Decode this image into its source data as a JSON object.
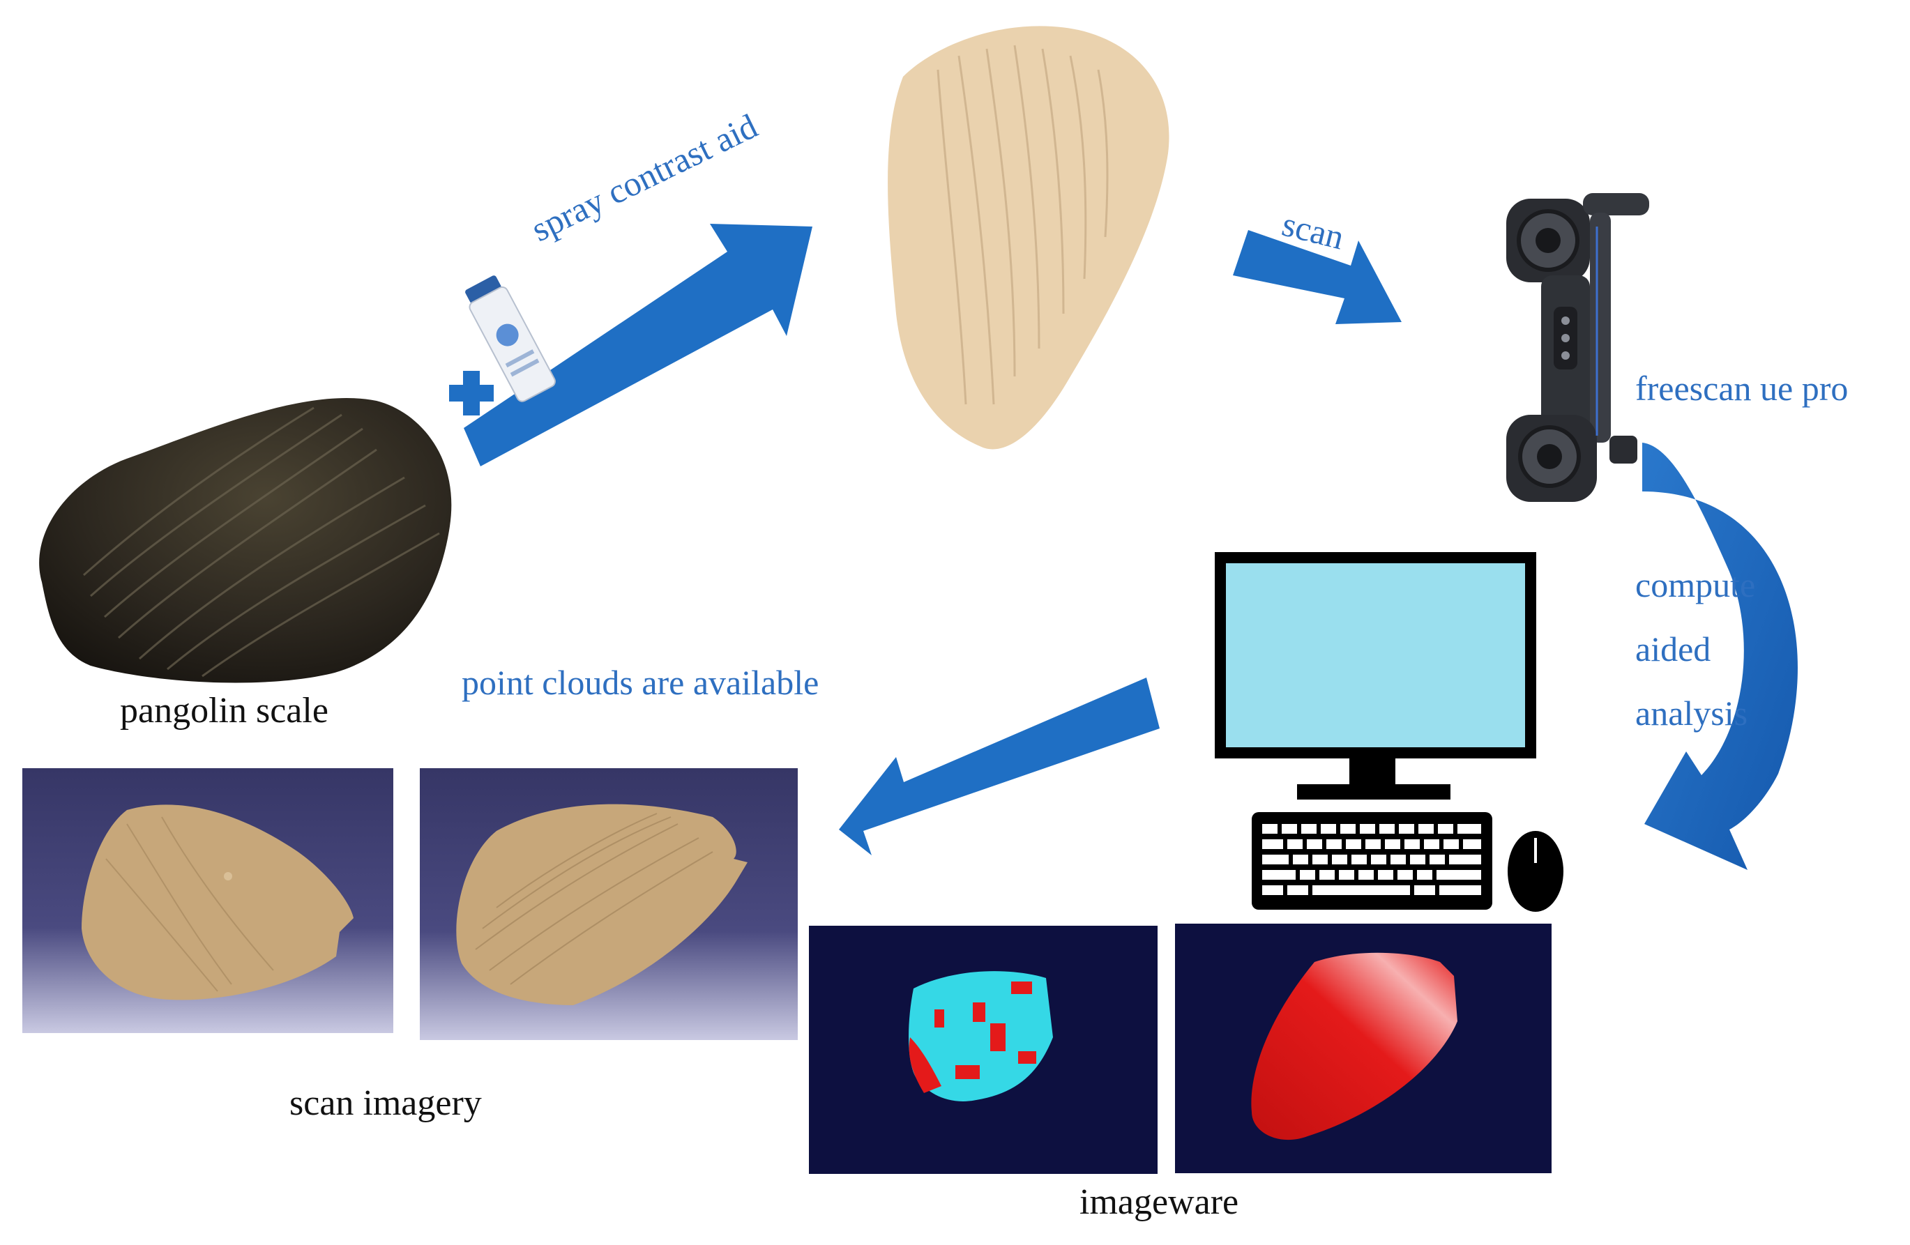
{
  "labels": {
    "spray": "spray contrast aid",
    "scan": "scan",
    "scanner": "freescan ue pro",
    "compute_1": "compute",
    "compute_2": "aided",
    "compute_3": "analysis",
    "point_clouds": "point clouds are available",
    "pangolin": "pangolin scale",
    "scan_imagery": "scan imagery",
    "imageware": "imageware"
  },
  "colors": {
    "arrow_blue": "#1f6fc4",
    "label_blue": "#2e6fc0",
    "scale_dark": "#2f2a22",
    "coated_scale": "#ead2ae",
    "monitor_screen": "#9adfee",
    "scan_panel_top": "#363666",
    "scan_panel_bottom": "#c9c9e2",
    "scan_gold": "#c7a77a",
    "imageware_bg": "#0d1040",
    "cyan_map": "#35d8e6",
    "red_map": "#e41a1a"
  },
  "icons": {
    "plus": "plus-icon",
    "spray_can": "spray-can-icon",
    "scanner": "handheld-3d-scanner-icon",
    "computer": "desktop-computer-icon",
    "mouse": "mouse-icon",
    "keyboard": "keyboard-icon"
  }
}
